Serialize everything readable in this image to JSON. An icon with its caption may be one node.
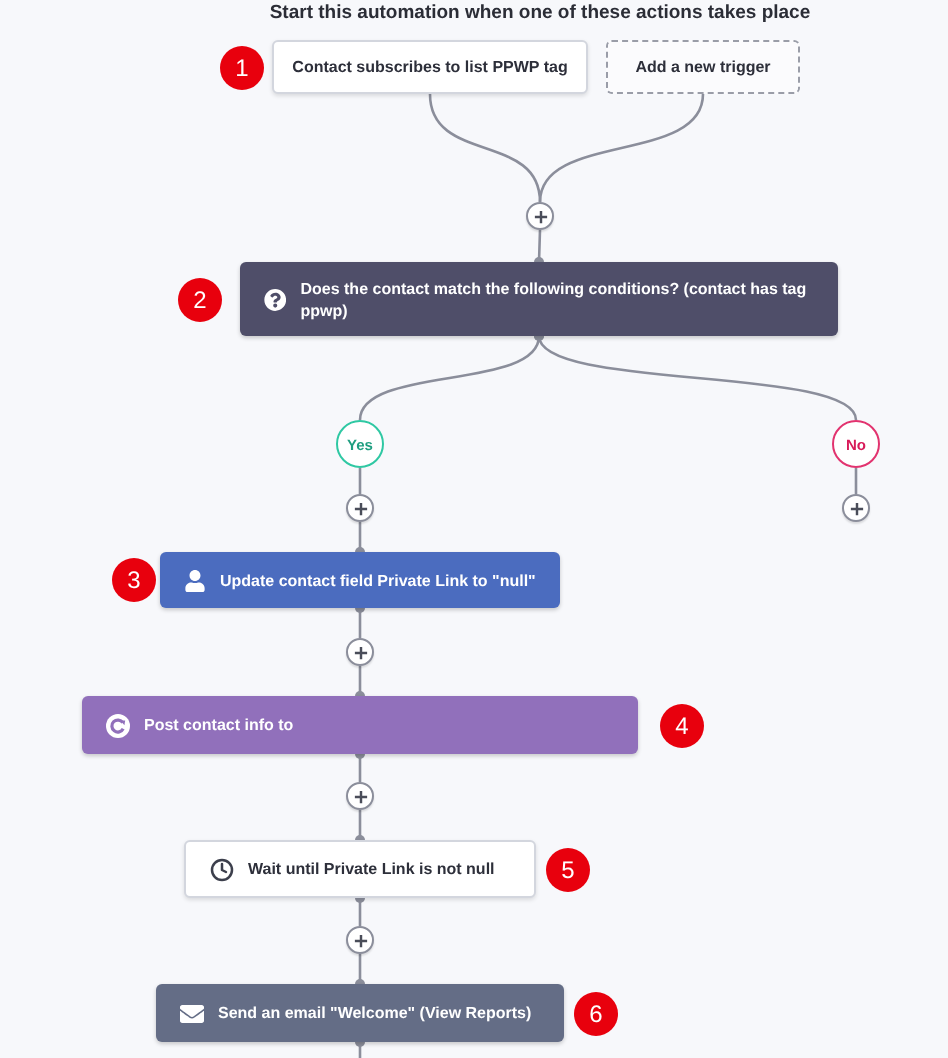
{
  "diagram": {
    "title": "Start this automation when one of these actions takes place",
    "nodes": [
      {
        "text": [
          "Contact subscribes to list PPWP tag"
        ],
        "beside": [
          "1"
        ]
      },
      {
        "text": [
          "Add a new trigger"
        ]
      },
      {
        "text": [],
        "shape": "circle"
      },
      {
        "text": [
          "Does the contact match the following conditions? (contact has tag ppwp)"
        ],
        "beside": [
          "2"
        ]
      },
      {
        "text": [
          "Yes"
        ]
      },
      {
        "text": [
          "No"
        ]
      },
      {
        "text": [],
        "shape": "circle"
      },
      {
        "text": [],
        "shape": "circle"
      },
      {
        "text": [
          "Update contact field Private Link to \"null\""
        ],
        "beside": [
          "3"
        ]
      },
      {
        "text": [],
        "shape": "circle"
      },
      {
        "text": [
          "Post contact info to"
        ],
        "beside": [
          "4"
        ]
      },
      {
        "text": [],
        "shape": "circle"
      },
      {
        "text": [
          "Wait until Private Link is not null"
        ],
        "beside": [
          "5"
        ]
      },
      {
        "text": [],
        "shape": "circle"
      },
      {
        "text": [
          "Send an email \"Welcome\" (View Reports)"
        ],
        "beside": [
          "6"
        ]
      }
    ],
    "edges": [
      {
        "from": 0,
        "to": 2,
        "arrow": "none"
      },
      {
        "from": 1,
        "to": 2,
        "arrow": "none"
      },
      {
        "from": 2,
        "to": 3,
        "arrow": "other"
      },
      {
        "from": 3,
        "to": 4,
        "arrow": "other"
      },
      {
        "from": 3,
        "to": 5,
        "arrow": "other"
      },
      {
        "from": 4,
        "to": 6,
        "arrow": "none"
      },
      {
        "from": 5,
        "to": 7,
        "arrow": "none"
      },
      {
        "from": 6,
        "to": 8,
        "arrow": "other"
      },
      {
        "from": 8,
        "to": 9,
        "arrow": "other"
      },
      {
        "from": 9,
        "to": 10,
        "arrow": "other"
      },
      {
        "from": 10,
        "to": 11,
        "arrow": "other"
      },
      {
        "from": 11,
        "to": 12,
        "arrow": "other"
      },
      {
        "from": 12,
        "to": 13,
        "arrow": "other"
      },
      {
        "from": 13,
        "to": 14,
        "arrow": "other"
      },
      {
        "from": 14,
        "to": null,
        "arrow": "other"
      }
    ]
  }
}
